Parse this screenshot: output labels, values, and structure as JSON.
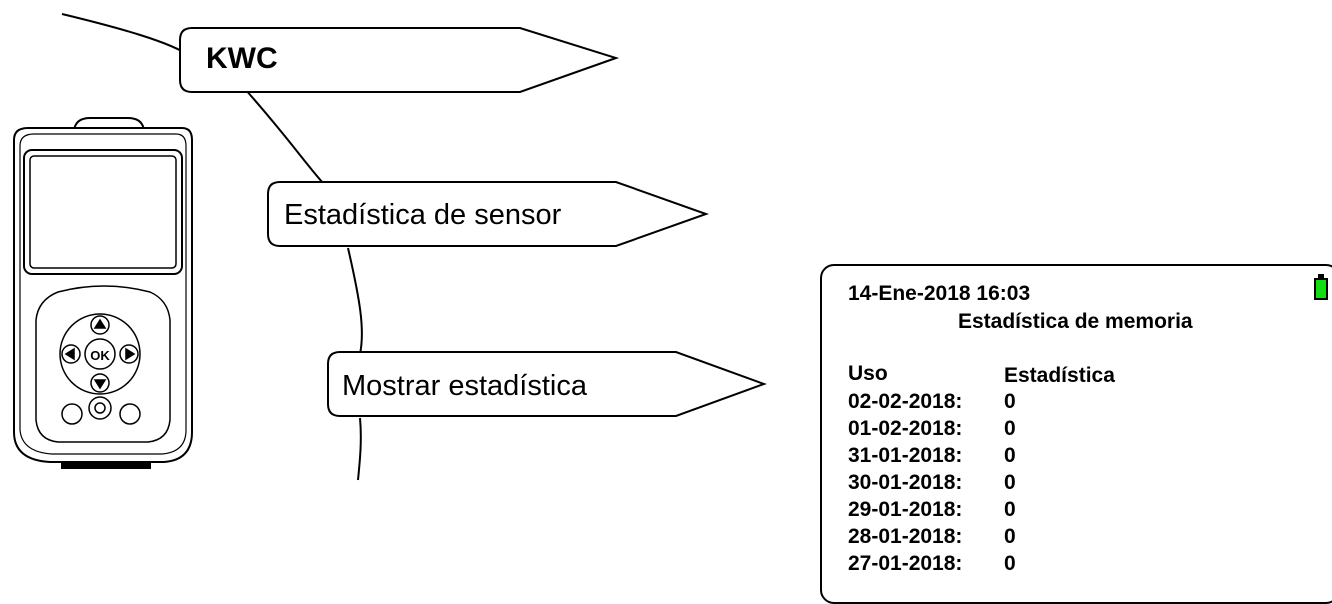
{
  "menu": {
    "level1": "KWC",
    "level2": "Estadística de sensor",
    "level3": "Mostrar estadística"
  },
  "screen": {
    "datetime": "14-Ene-2018 16:03",
    "title": "Estadística de memoria",
    "col_date": "Uso",
    "col_value": "Estadística",
    "rows": [
      {
        "date": "02-02-2018:",
        "value": "0"
      },
      {
        "date": "01-02-2018:",
        "value": "0"
      },
      {
        "date": "31-01-2018:",
        "value": "0"
      },
      {
        "date": "30-01-2018:",
        "value": "0"
      },
      {
        "date": "29-01-2018:",
        "value": "0"
      },
      {
        "date": "28-01-2018:",
        "value": "0"
      },
      {
        "date": "27-01-2018:",
        "value": "0"
      }
    ],
    "battery_color": "#11dd11"
  },
  "icons": [
    "up-arrow-icon",
    "down-arrow-icon",
    "left-arrow-icon",
    "right-arrow-icon",
    "ok-icon",
    "power-icon"
  ]
}
